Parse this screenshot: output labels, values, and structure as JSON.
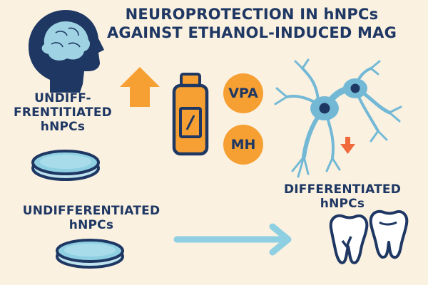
{
  "title": {
    "line1": "NEUROPROTECTION IN hNPCs",
    "line2": "AGAINST ETHANOL-INDUCED MAG"
  },
  "labels": {
    "undiff_top_line1": "UNDIFF-",
    "undiff_top_line2": "FRENTITIATED",
    "undiff_top_line3": "hNPCs",
    "undiff_bottom_line1": "UNDIFFERENTIATED",
    "undiff_bottom_line2": "hNPCs",
    "diff_line1": "DIFFERENTIATED",
    "diff_line2": "hNPCs"
  },
  "treatments": {
    "vpa": "VPA",
    "mh": "MH"
  },
  "colors": {
    "navy": "#1e3763",
    "orange": "#f6a033",
    "teal_light": "#8ed0e2",
    "neuron_blue": "#73b9d6",
    "background": "#fbf1e1",
    "red_arrow": "#f06a3c"
  },
  "icons": [
    "head-brain-icon",
    "up-arrow-icon",
    "medicine-bottle-icon",
    "petri-dish-icon",
    "neuron-icon",
    "down-arrow-icon",
    "right-arrow-icon",
    "tooth-icon"
  ]
}
